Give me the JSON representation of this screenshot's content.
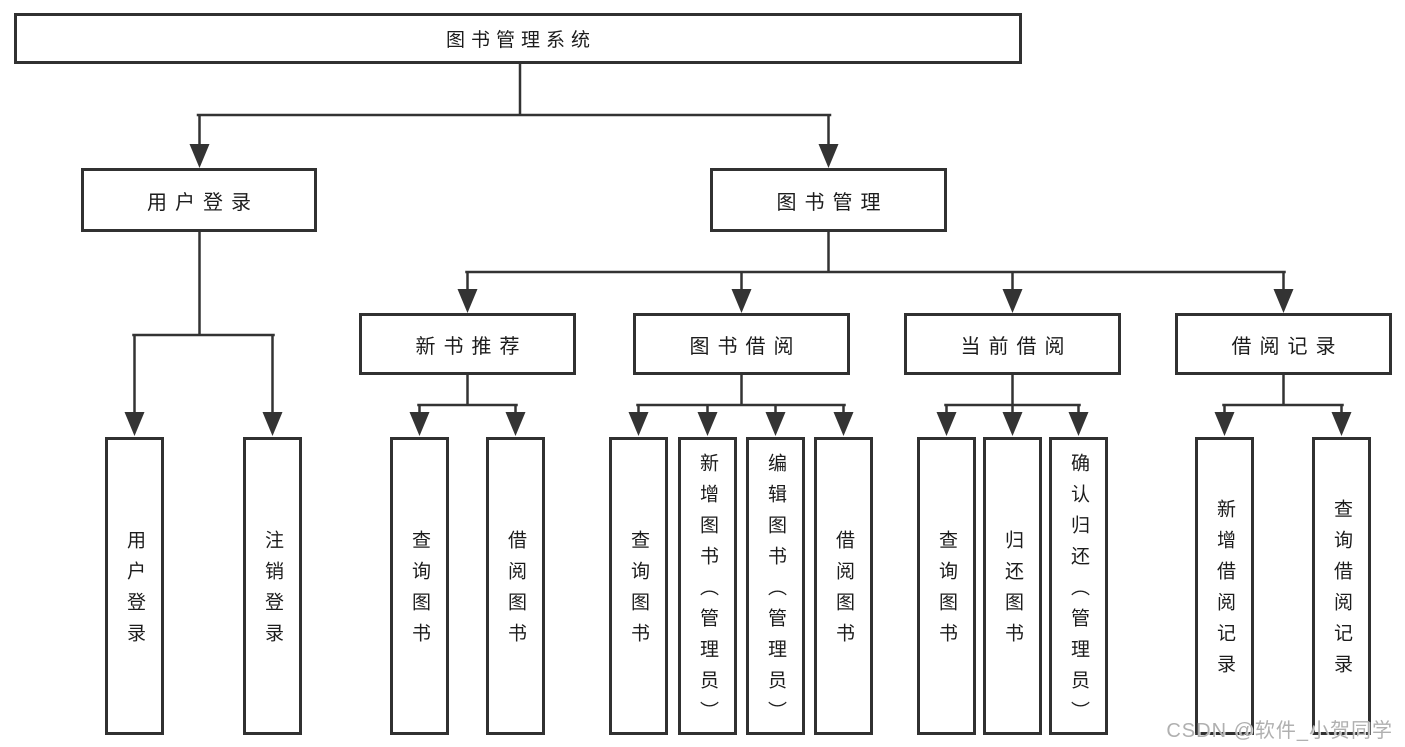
{
  "diagram": {
    "root": {
      "label": "图书管理系统"
    },
    "level2": [
      {
        "label": "用户登录"
      },
      {
        "label": "图书管理"
      }
    ],
    "level3": [
      {
        "label": "新书推荐"
      },
      {
        "label": "图书借阅"
      },
      {
        "label": "当前借阅"
      },
      {
        "label": "借阅记录"
      }
    ],
    "leaves": {
      "user_login": [
        {
          "label": "用户登录"
        },
        {
          "label": "注销登录"
        }
      ],
      "new_book": [
        {
          "label": "查询图书"
        },
        {
          "label": "借阅图书"
        }
      ],
      "book_borrow": [
        {
          "label": "查询图书"
        },
        {
          "label": "新增图书（管理员）"
        },
        {
          "label": "编辑图书（管理员）"
        },
        {
          "label": "借阅图书"
        }
      ],
      "current_borrow": [
        {
          "label": "查询图书"
        },
        {
          "label": "归还图书"
        },
        {
          "label": "确认归还（管理员）"
        }
      ],
      "records": [
        {
          "label": "新增借阅记录"
        },
        {
          "label": "查询借阅记录"
        }
      ]
    },
    "watermark": "CSDN @软件_小贺同学",
    "colors": {
      "line": "#333333",
      "box_border": "#313131",
      "text": "#1c1c1c",
      "watermark": "#b0b0b0",
      "background": "#ffffff"
    }
  }
}
